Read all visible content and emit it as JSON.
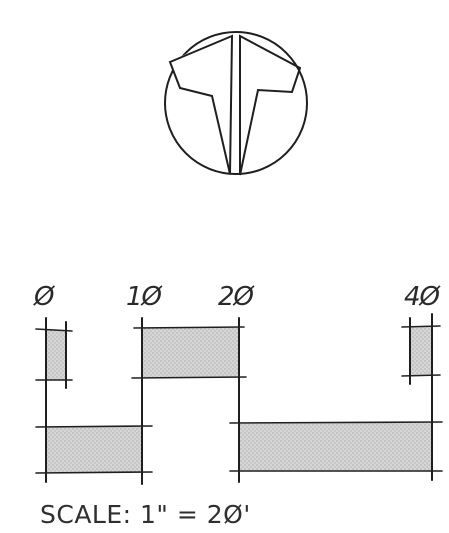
{
  "north_arrow": {
    "icon": "north-arrow-icon",
    "fill_color": "#c4c4c4"
  },
  "scale_bar": {
    "tick_labels": [
      "Ø",
      "1Ø",
      "2Ø",
      "4Ø"
    ],
    "fill_color": "#cfcfcf",
    "caption": "SCALE: 1\" = 2Ø'"
  }
}
